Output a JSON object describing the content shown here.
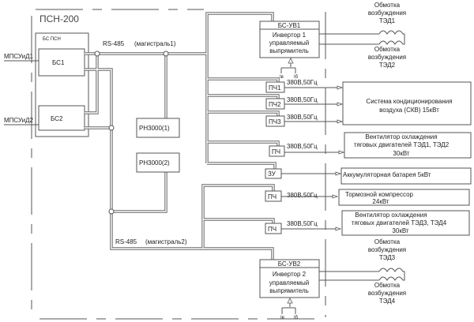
{
  "title": "ПСН-200",
  "bs_psn": {
    "label": "БС ПСН",
    "bs1": "БС1",
    "bs2": "БС2"
  },
  "inputs": [
    "МПСУиД1",
    "МПСУиД2"
  ],
  "bus1": {
    "protocol": "RS-485",
    "name": "(магистраль1)"
  },
  "bus2": {
    "protocol": "RS-485",
    "name": "(магистраль2)"
  },
  "regulators": [
    "РН3000(1)",
    "РН3000(2)"
  ],
  "inverter1": {
    "header": "БС-УВ1",
    "lines": [
      "Инвертор 1",
      "управляемый",
      "выпрямитель"
    ],
    "sensors": [
      "Iв",
      "Iб"
    ]
  },
  "inverter2": {
    "header": "БС-УВ2",
    "lines": [
      "Инвертор 2",
      "управляемый",
      "выпрямитель"
    ],
    "sensors": [
      "Iв",
      "Iб"
    ]
  },
  "windings": [
    [
      "Обмотка",
      "возбуждения",
      "ТЭД1"
    ],
    [
      "Обмотка",
      "возбуждения",
      "ТЭД2"
    ],
    [
      "Обмотка",
      "возбуждения",
      "ТЭД3"
    ],
    [
      "Обмотка",
      "возбуждения",
      "ТЭД4"
    ]
  ],
  "converters": [
    "ПЧ1",
    "ПЧ2",
    "ПЧ3",
    "ПЧ",
    "ЗУ",
    "ПЧ",
    "ПЧ"
  ],
  "supply_label": "380В,50Гц",
  "loads": {
    "skv": [
      "Система кондиционирования",
      "воздуха (СКВ) 15кВт"
    ],
    "fan1": [
      "Вентилятор охлаждения",
      "тяговых двигателей ТЭД1, ТЭД2",
      "30кВт"
    ],
    "battery": [
      "Аккумуляторная батарея 5кВт"
    ],
    "compressor": [
      "Тормозной компрессор",
      "24кВт"
    ],
    "fan2": [
      "Вентилятор охлаждения",
      "тяговых двигателей ТЭД3, ТЭД4",
      "30кВт"
    ]
  }
}
